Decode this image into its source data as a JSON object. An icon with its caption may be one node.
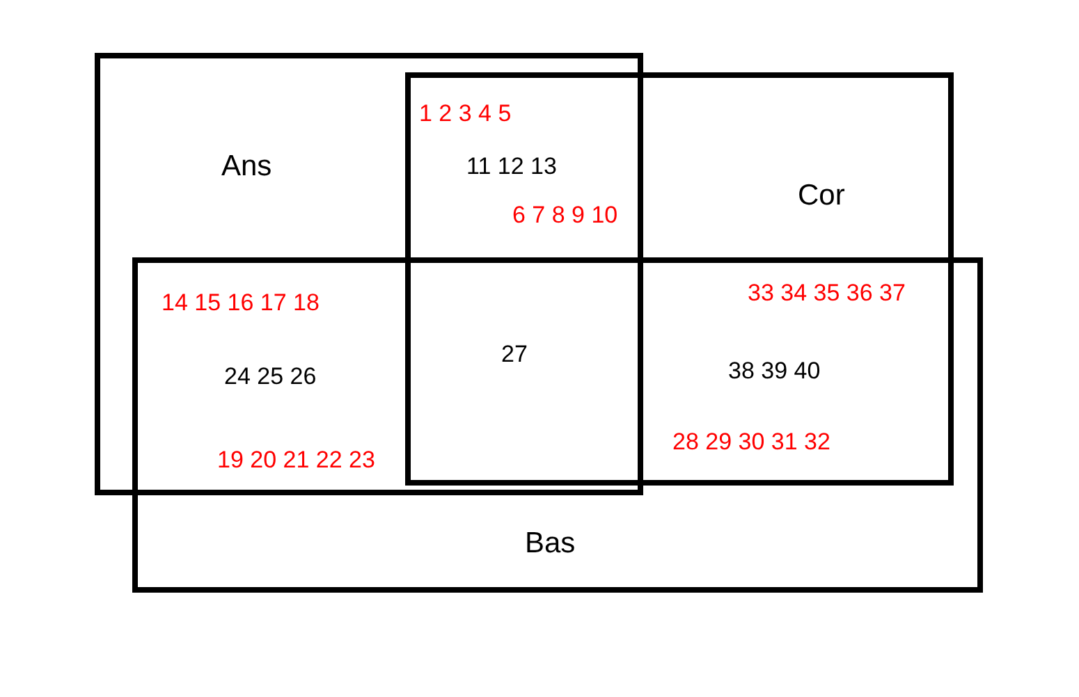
{
  "diagram": {
    "nodes": [
      {
        "text": [
          "Ans"
        ]
      },
      {
        "text": [
          "Cor"
        ]
      },
      {
        "text": [
          "Bas"
        ]
      }
    ],
    "edges": [],
    "labels": [
      "1 2 3 4 5",
      "11 12 13",
      "6 7 8 9 10",
      "33 34 35 36 37",
      "14 15 16 17 18",
      "27",
      "38 39 40",
      "24 25 26",
      "28 29 30 31 32",
      "19 20 21 22 23"
    ]
  }
}
